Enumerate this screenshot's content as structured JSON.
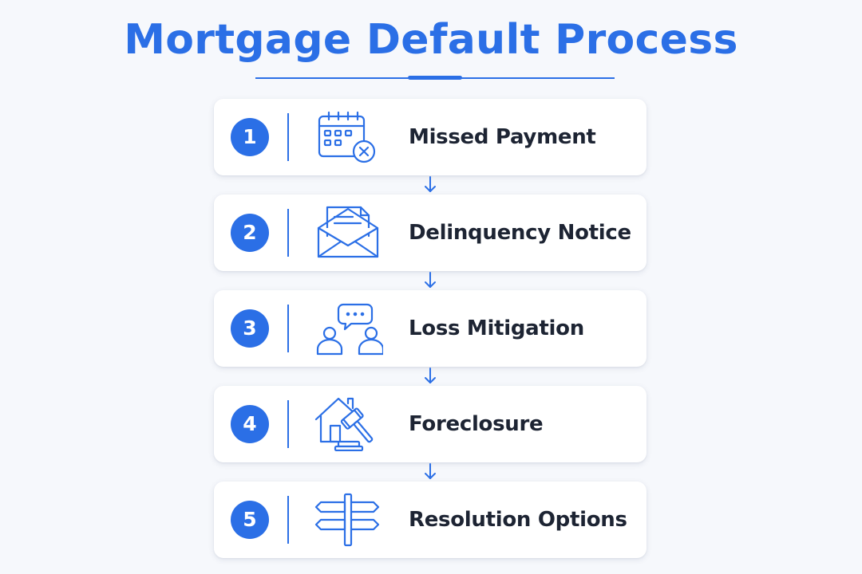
{
  "title": "Mortgage Default Process",
  "colors": {
    "accent": "#2b6fe6",
    "text": "#1d2433",
    "card": "#ffffff",
    "background": "#f6f8fc"
  },
  "steps": [
    {
      "number": "1",
      "label": "Missed Payment",
      "icon": "calendar-x-icon"
    },
    {
      "number": "2",
      "label": "Delinquency Notice",
      "icon": "envelope-letter-icon"
    },
    {
      "number": "3",
      "label": "Loss Mitigation",
      "icon": "people-chat-icon"
    },
    {
      "number": "4",
      "label": "Foreclosure",
      "icon": "house-gavel-icon"
    },
    {
      "number": "5",
      "label": "Resolution Options",
      "icon": "signpost-icon"
    }
  ]
}
